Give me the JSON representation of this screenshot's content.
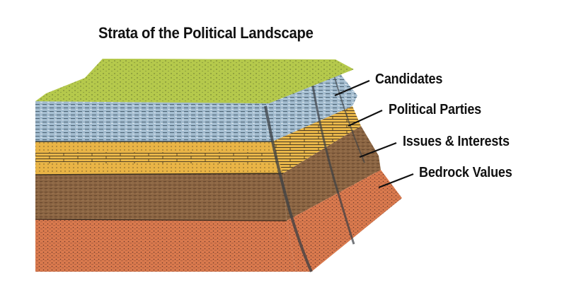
{
  "title": "Strata of the Political Landscape",
  "layers": [
    {
      "label": "Candidates",
      "color": "#9fb8cf"
    },
    {
      "label": "Political Parties",
      "color": "#e8b443"
    },
    {
      "label": "Issues & Interests",
      "color": "#8a6240"
    },
    {
      "label": "Bedrock Values",
      "color": "#d9764b"
    }
  ],
  "surface": {
    "color": "#b3c84a"
  }
}
